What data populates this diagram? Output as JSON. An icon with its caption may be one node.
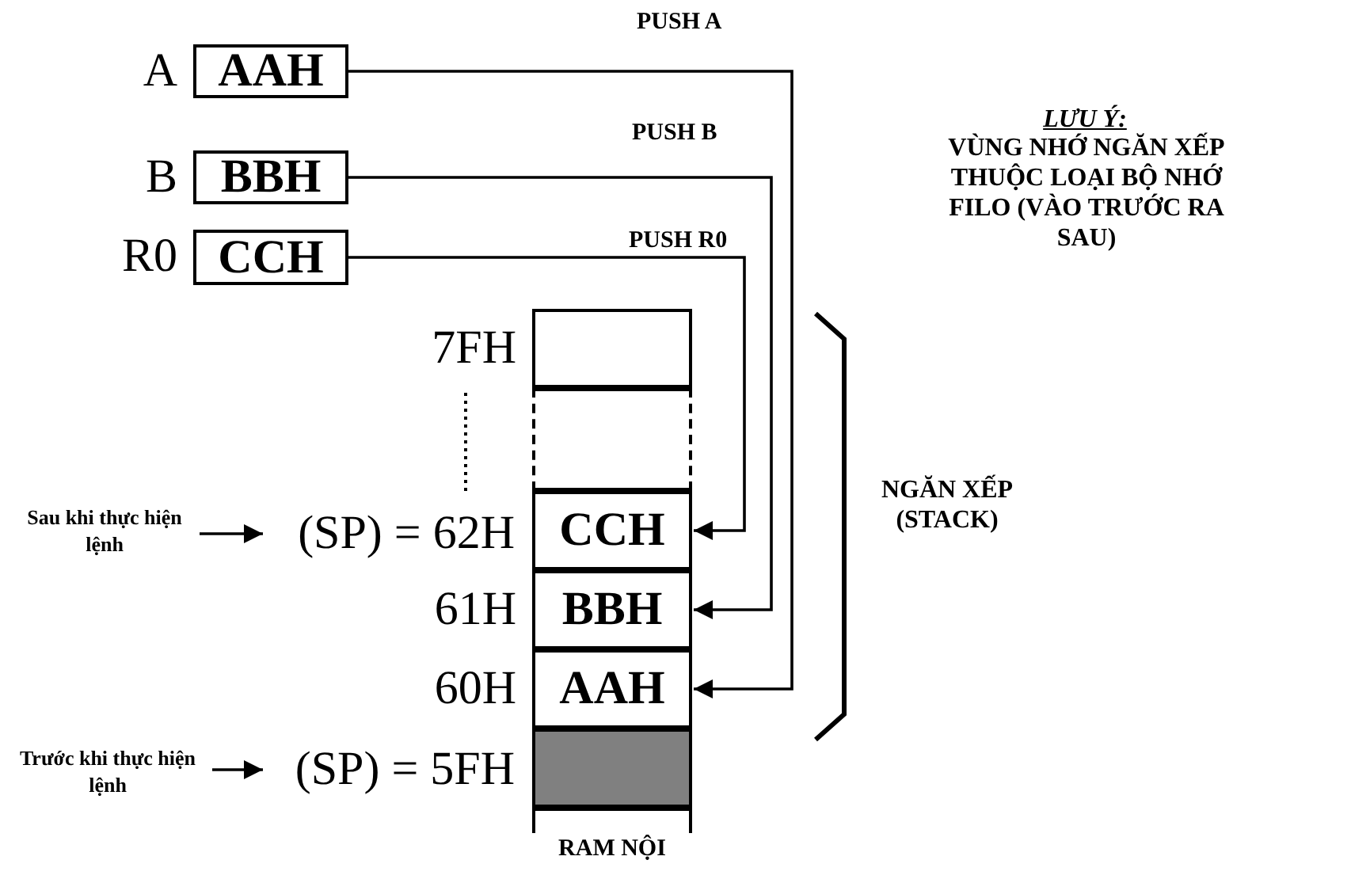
{
  "diagram": {
    "nodes": [
      {
        "text": [
          "AAH"
        ],
        "beside": [
          "A"
        ]
      },
      {
        "text": [
          "BBH"
        ],
        "beside": [
          "B"
        ]
      },
      {
        "text": [
          "CCH"
        ],
        "beside": [
          "R0"
        ]
      },
      {
        "text": [],
        "shape": "box",
        "beside": [
          "7FH"
        ]
      },
      {
        "text": [],
        "shape": "box"
      },
      {
        "text": [
          "CCH"
        ]
      },
      {
        "text": [
          "BBH"
        ],
        "beside": [
          "61H"
        ]
      },
      {
        "text": [
          "AAH"
        ],
        "beside": [
          "60H"
        ]
      },
      {
        "text": [],
        "shape": "box"
      },
      {
        "text": [],
        "shape": "box"
      },
      {
        "text": [
          "Sau khi thực hiện lệnh"
        ]
      },
      {
        "text": [
          "(SP) = 62H"
        ]
      },
      {
        "text": [
          "Trước khi thực hiện lệnh"
        ]
      },
      {
        "text": [
          "(SP) = 5FH"
        ]
      }
    ],
    "edges": [
      {
        "from": 0,
        "to": 7,
        "arrow": "to",
        "label": "PUSH A"
      },
      {
        "from": 1,
        "to": 6,
        "arrow": "to",
        "label": "PUSH B"
      },
      {
        "from": 2,
        "to": 5,
        "arrow": "to",
        "label": "PUSH R0"
      },
      {
        "from": 10,
        "to": 11,
        "arrow": "to"
      },
      {
        "from": 12,
        "to": 13,
        "arrow": "to"
      }
    ],
    "labels": [
      "LƯU Ý:",
      "VÙNG NHỚ NGĂN XẾP THUỘC LOẠI BỘ NHỚ FILO (VÀO TRƯỚC RA SAU)",
      "NGĂN XẾP (STACK)",
      "RAM NỘI"
    ]
  }
}
